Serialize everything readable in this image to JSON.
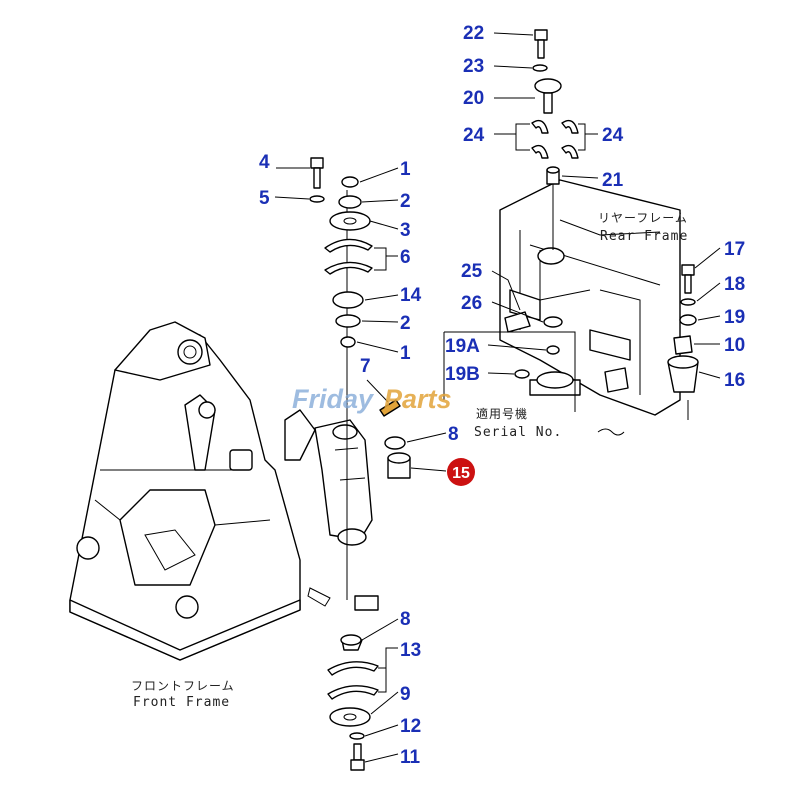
{
  "frame_labels": {
    "rear_jp": "リヤーフレーム",
    "rear_en": "Rear Frame",
    "front_jp": "フロントフレーム",
    "front_en": "Front Frame",
    "serial_jp": "適用号機",
    "serial_en": "Serial No."
  },
  "watermark": {
    "part1": "Friday",
    "part2": "Parts"
  },
  "callouts": {
    "c22": "22",
    "c23": "23",
    "c20": "20",
    "c24a": "24",
    "c24b": "24",
    "c21": "21",
    "c4": "4",
    "c1a": "1",
    "c5": "5",
    "c2a": "2",
    "c3": "3",
    "c6": "6",
    "c14": "14",
    "c2b": "2",
    "c1b": "1",
    "c7": "7",
    "c8a": "8",
    "c15": "15",
    "c17": "17",
    "c18": "18",
    "c19": "19",
    "c10": "10",
    "c16": "16",
    "c25": "25",
    "c26": "26",
    "c19a": "19A",
    "c19b": "19B",
    "c8b": "8",
    "c13": "13",
    "c9": "9",
    "c12": "12",
    "c11": "11"
  },
  "highlight_color": "#cc1111"
}
